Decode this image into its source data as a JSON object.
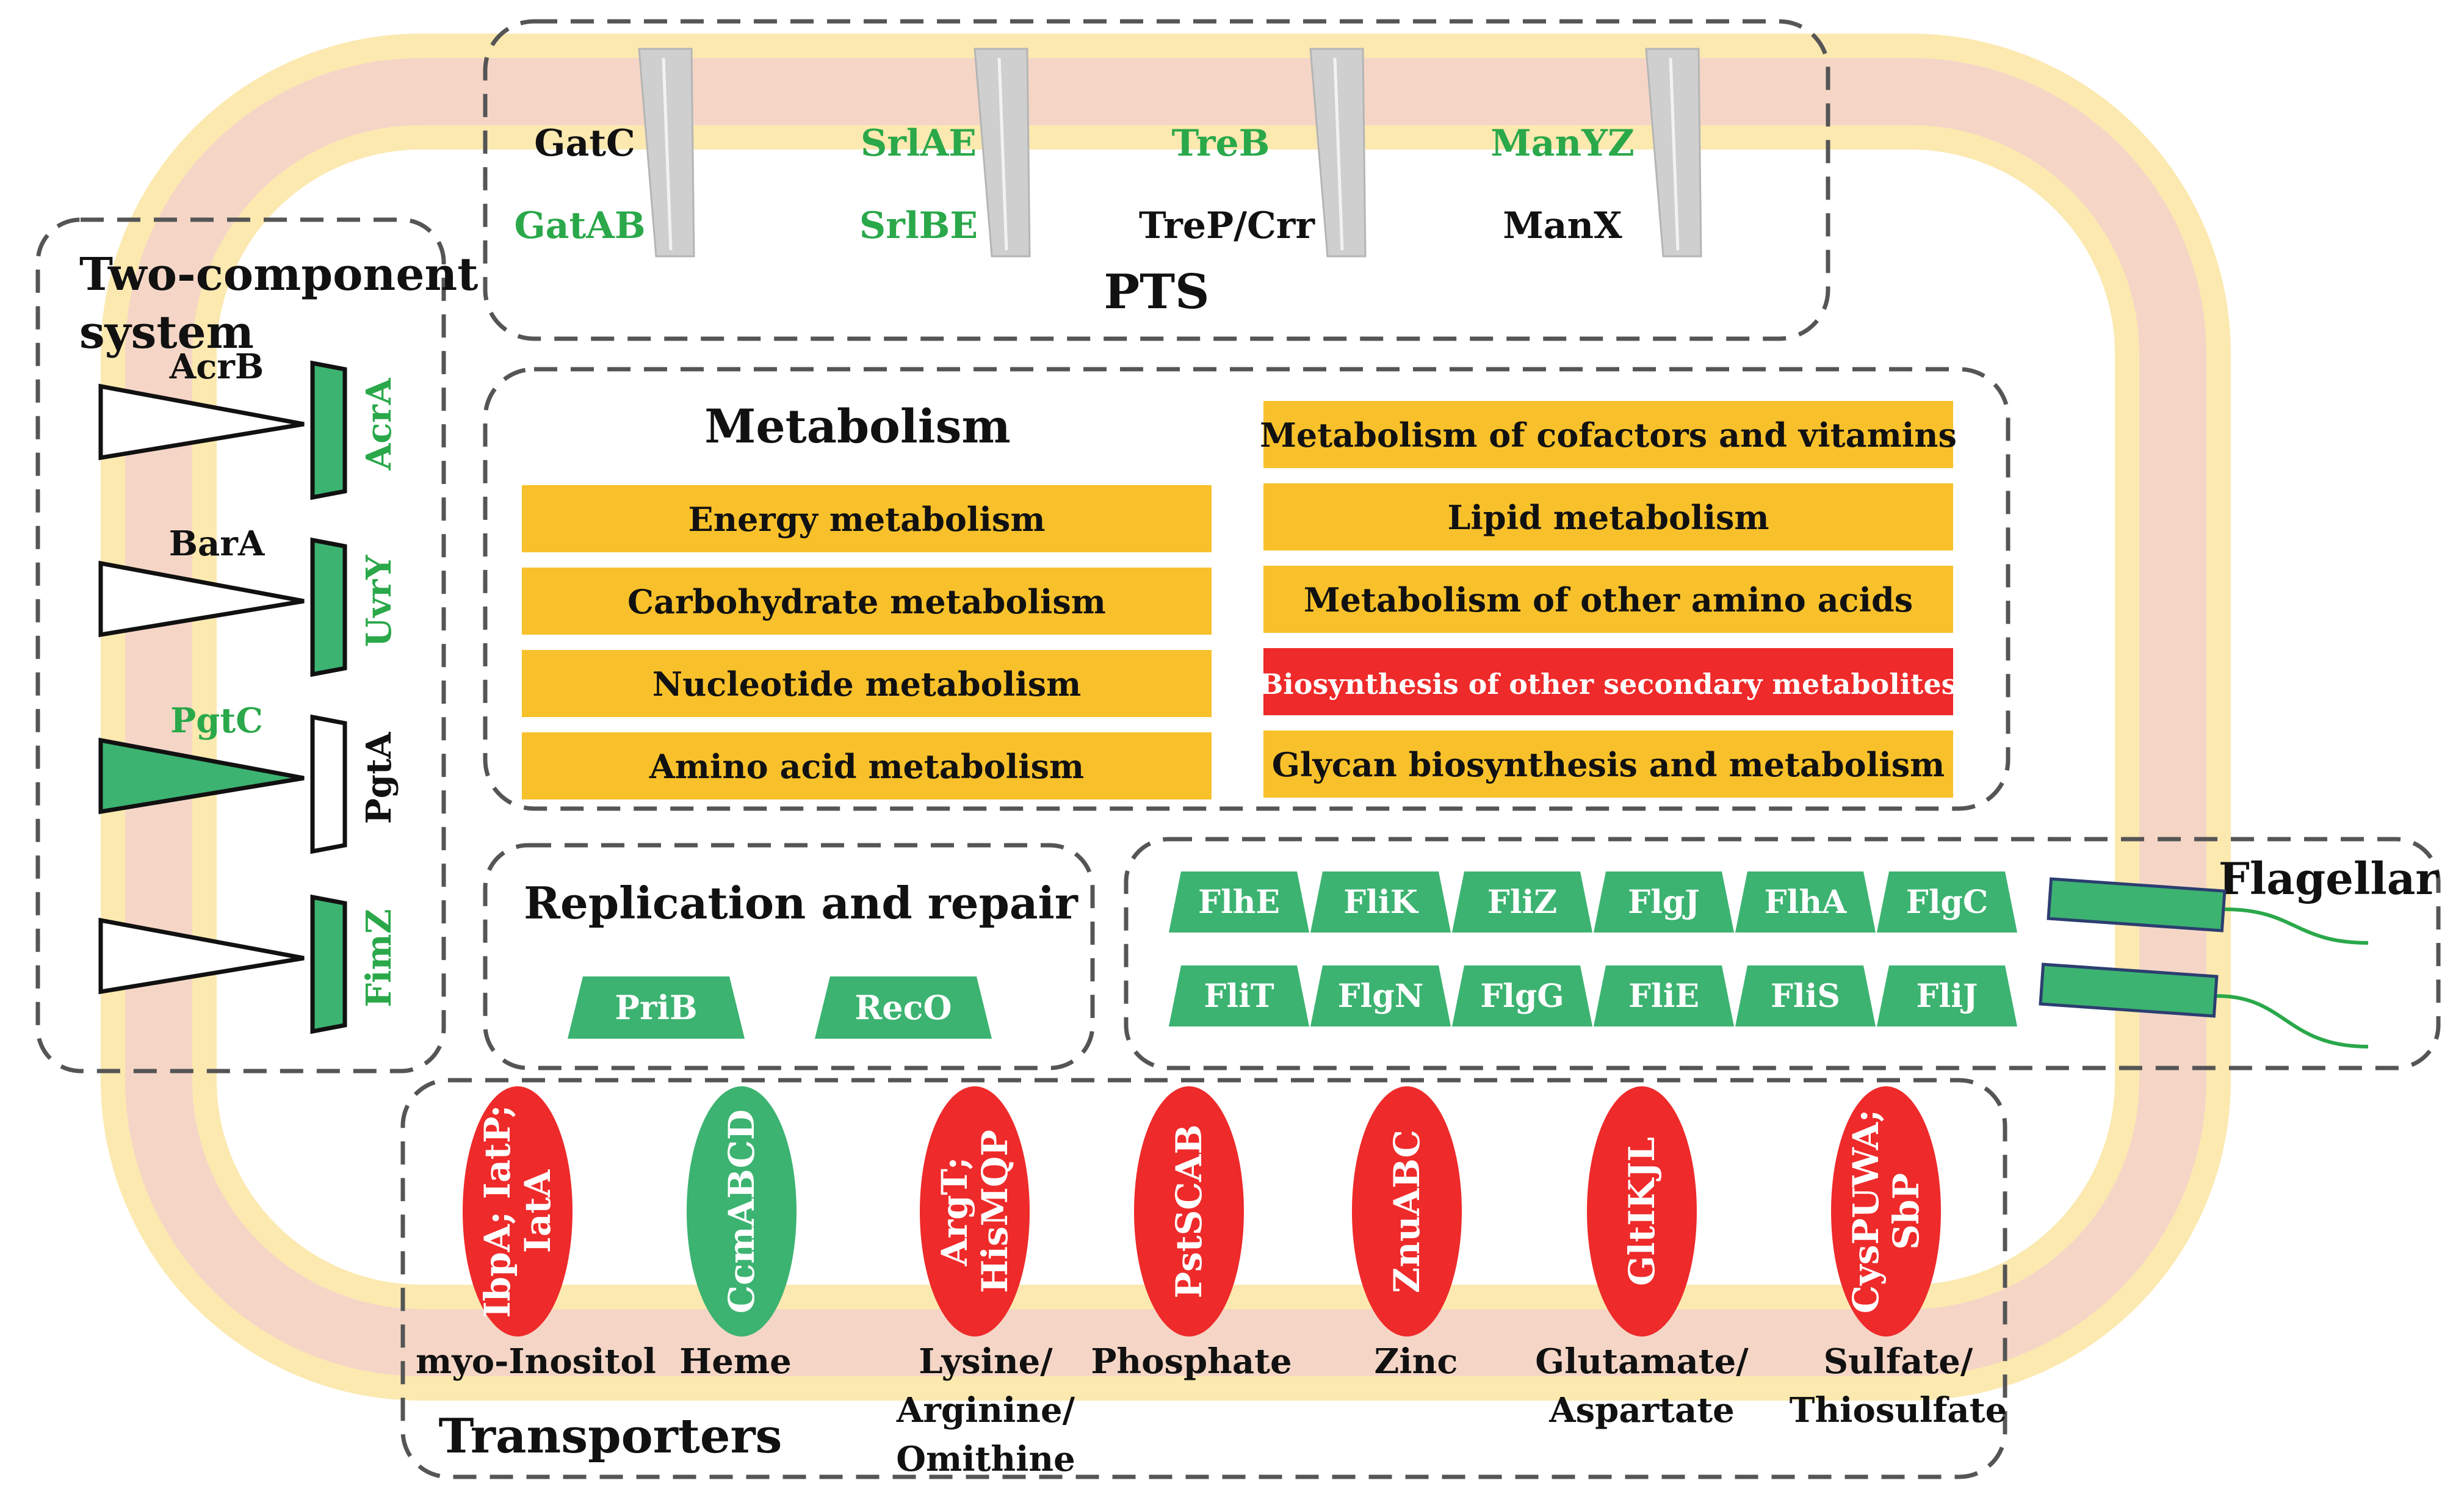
{
  "colors": {
    "green": "#3cb371",
    "green_text": "#2aa84a",
    "red": "#ee2a2a",
    "gold": "#f8c12b",
    "membrane_outer": "#fce9b0",
    "membrane_inner": "#f5d6c6",
    "channel": "#cfcfcf",
    "dash": "#555555",
    "black": "#111111",
    "white": "#ffffff"
  },
  "pts": {
    "title": "PTS",
    "top": [
      {
        "label": "GatC",
        "color": "black"
      },
      {
        "label": "SrlAE",
        "color": "green"
      },
      {
        "label": "TreB",
        "color": "green"
      },
      {
        "label": "ManYZ",
        "color": "green"
      }
    ],
    "bottom": [
      {
        "label": "GatAB",
        "color": "green"
      },
      {
        "label": "SrlBE",
        "color": "green"
      },
      {
        "label": "TreP/Crr",
        "color": "black"
      },
      {
        "label": "ManX",
        "color": "black"
      }
    ]
  },
  "two_component": {
    "title_line1": "Two-component",
    "title_line2": "system",
    "pairs": [
      {
        "sensor": "AcrB",
        "sensor_color": "black",
        "sensor_filled": false,
        "regulator": "AcrA",
        "regulator_color": "green",
        "regulator_filled": true
      },
      {
        "sensor": "BarA",
        "sensor_color": "black",
        "sensor_filled": false,
        "regulator": "UvrY",
        "regulator_color": "green",
        "regulator_filled": true
      },
      {
        "sensor": "PgtC",
        "sensor_color": "green",
        "sensor_filled": true,
        "regulator": "PgtA",
        "regulator_color": "black",
        "regulator_filled": false
      },
      {
        "sensor": "",
        "sensor_color": "black",
        "sensor_filled": false,
        "regulator": "FimZ",
        "regulator_color": "green",
        "regulator_filled": true
      }
    ]
  },
  "metabolism": {
    "title": "Metabolism",
    "left": [
      {
        "label": "Energy metabolism",
        "color": "gold"
      },
      {
        "label": "Carbohydrate metabolism",
        "color": "gold"
      },
      {
        "label": "Nucleotide metabolism",
        "color": "gold"
      },
      {
        "label": "Amino acid metabolism",
        "color": "gold"
      }
    ],
    "right": [
      {
        "label": "Metabolism of cofactors and vitamins",
        "color": "gold"
      },
      {
        "label": "Lipid metabolism",
        "color": "gold"
      },
      {
        "label": "Metabolism of other amino acids",
        "color": "gold"
      },
      {
        "label": "Biosynthesis of other secondary metabolites",
        "color": "red"
      },
      {
        "label": "Glycan biosynthesis and metabolism",
        "color": "gold"
      }
    ]
  },
  "replication": {
    "title": "Replication and repair",
    "proteins": [
      "PriB",
      "RecO"
    ]
  },
  "flagellar": {
    "title": "Flagellar",
    "row1": [
      "FlhE",
      "FliK",
      "FliZ",
      "FlgJ",
      "FlhA",
      "FlgC"
    ],
    "row2": [
      "FliT",
      "FlgN",
      "FlgG",
      "FliE",
      "FliS",
      "FliJ"
    ]
  },
  "transporters": {
    "title": "Transporters",
    "items": [
      {
        "lines": [
          "IbpA; IatP;",
          "IatA"
        ],
        "color": "red",
        "substrate": [
          "myo-Inositol"
        ]
      },
      {
        "lines": [
          "CcmABCD"
        ],
        "color": "green",
        "substrate": [
          "Heme"
        ]
      },
      {
        "lines": [
          "ArgT;",
          "HisMQP"
        ],
        "color": "red",
        "substrate": [
          "Lysine/",
          "Arginine/",
          "Omithine"
        ]
      },
      {
        "lines": [
          "PstSCAB"
        ],
        "color": "red",
        "substrate": [
          "Phosphate"
        ]
      },
      {
        "lines": [
          "ZnuABC"
        ],
        "color": "red",
        "substrate": [
          "Zinc"
        ]
      },
      {
        "lines": [
          "GltIKJL"
        ],
        "color": "red",
        "substrate": [
          "Glutamate/",
          "Aspartate"
        ]
      },
      {
        "lines": [
          "CysPUWA;",
          "SbP"
        ],
        "color": "red",
        "substrate": [
          "Sulfate/",
          "Thiosulfate"
        ]
      }
    ]
  }
}
